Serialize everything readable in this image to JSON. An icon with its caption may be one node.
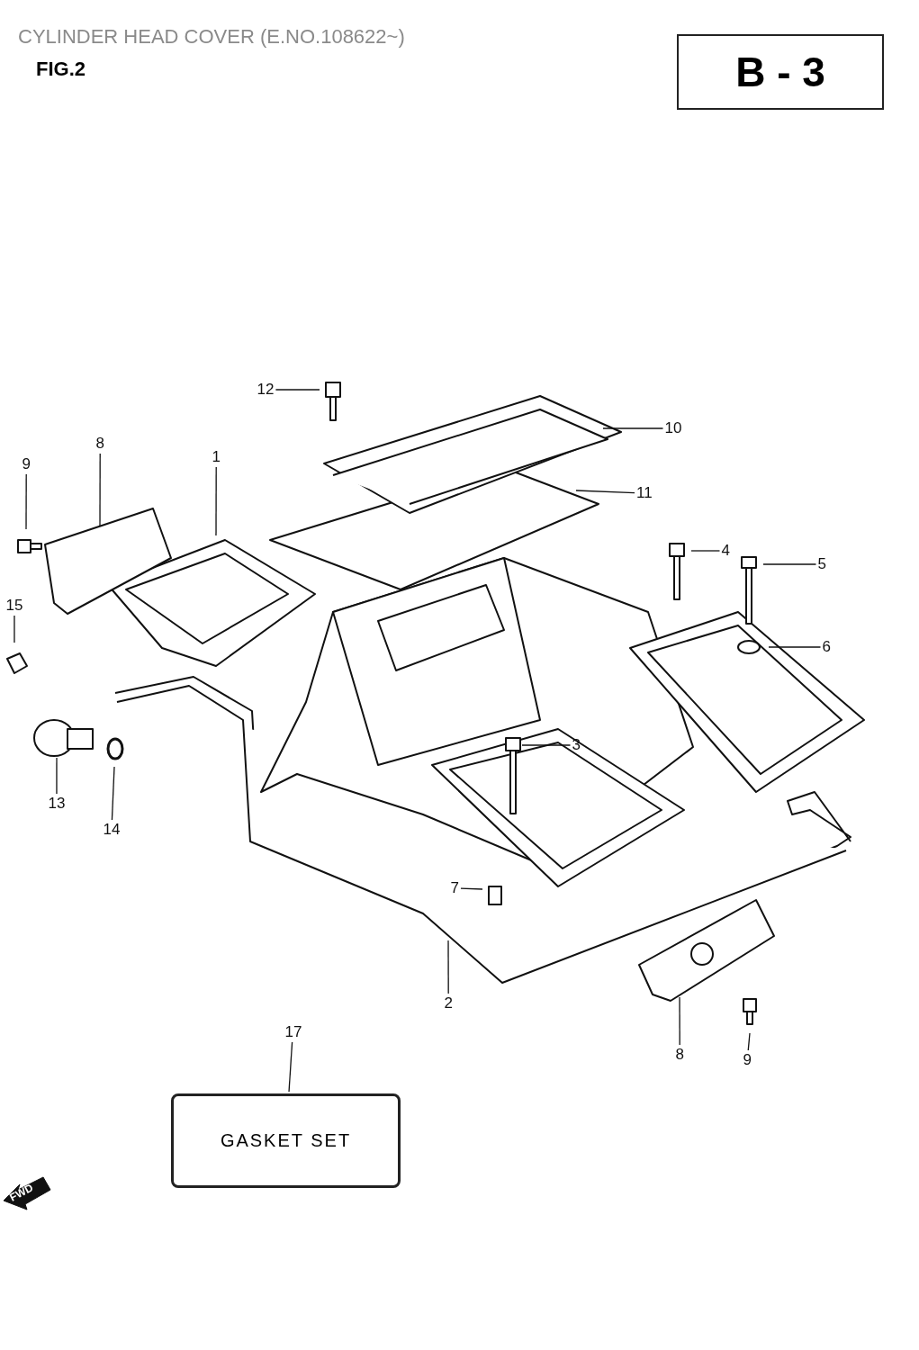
{
  "diagram": {
    "title": "CYLINDER HEAD COVER (E.NO.108622~)",
    "nodes": [
      {
        "text": [
          "12"
        ]
      },
      {
        "text": [
          "10"
        ]
      },
      {
        "text": [
          "8"
        ]
      },
      {
        "text": [
          "9"
        ]
      },
      {
        "text": [
          "1"
        ]
      },
      {
        "text": [
          "11"
        ]
      },
      {
        "text": [
          "4"
        ]
      },
      {
        "text": [
          "5"
        ]
      },
      {
        "text": [
          "15"
        ]
      },
      {
        "text": [
          "6"
        ]
      },
      {
        "text": [
          "3"
        ]
      },
      {
        "text": [
          "13"
        ]
      },
      {
        "text": [
          "14"
        ]
      },
      {
        "text": [
          "7"
        ]
      },
      {
        "text": [
          "2"
        ]
      },
      {
        "text": [
          "8"
        ]
      },
      {
        "text": [
          "9"
        ]
      },
      {
        "text": [
          "17"
        ]
      },
      {
        "text": [
          "GASKET SET"
        ]
      }
    ],
    "edges": [
      {
        "from": 0,
        "to": null,
        "arrow": "none"
      },
      {
        "from": 1,
        "to": null,
        "arrow": "none"
      },
      {
        "from": 2,
        "to": null,
        "arrow": "none"
      },
      {
        "from": 3,
        "to": null,
        "arrow": "none"
      },
      {
        "from": 4,
        "to": null,
        "arrow": "none"
      },
      {
        "from": 5,
        "to": null,
        "arrow": "none"
      },
      {
        "from": 6,
        "to": null,
        "arrow": "none"
      },
      {
        "from": 7,
        "to": null,
        "arrow": "none"
      },
      {
        "from": 8,
        "to": null,
        "arrow": "none"
      },
      {
        "from": 9,
        "to": null,
        "arrow": "none"
      },
      {
        "from": 10,
        "to": null,
        "arrow": "none"
      },
      {
        "from": 11,
        "to": null,
        "arrow": "none"
      },
      {
        "from": 12,
        "to": null,
        "arrow": "none"
      },
      {
        "from": 13,
        "to": null,
        "arrow": "none"
      },
      {
        "from": 14,
        "to": null,
        "arrow": "none"
      },
      {
        "from": 15,
        "to": null,
        "arrow": "none"
      },
      {
        "from": 16,
        "to": null,
        "arrow": "none"
      },
      {
        "from": 17,
        "to": 18,
        "arrow": "none"
      }
    ],
    "labels": [
      "FIG.2",
      "B - 3",
      "FWD"
    ]
  }
}
